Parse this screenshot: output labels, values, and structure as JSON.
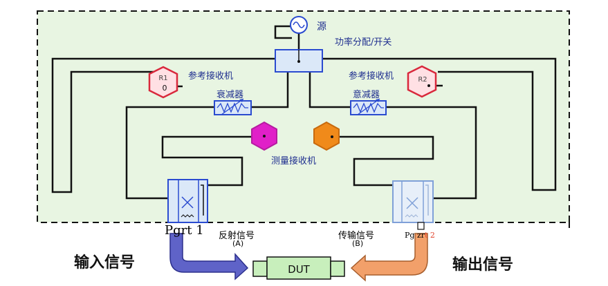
{
  "labels": {
    "source": "源",
    "power_split": "功率分配/开关",
    "ref_receiver_left": "参考接收机",
    "ref_receiver_right": "参考接收机",
    "attenuator_left": "衰减器",
    "attenuator_right": "意减器",
    "measure_receiver": "测量接收机",
    "r1": "R1",
    "r1_sub": "0",
    "r2": "R2",
    "port1": "Pgrt 1",
    "port2_a": "Pg zr",
    "port2_b": "t 2",
    "reflected": "反射信号",
    "reflected_tag": "(A)",
    "transmitted": "传输信号",
    "transmitted_tag": "(B)",
    "input_signal": "输入信号",
    "output_signal": "输出信号",
    "dut": "DUT"
  },
  "colors": {
    "panel_fill": "#e8f5e2",
    "wire": "#111111",
    "label_blue": "#1f2f8f",
    "ref_hexagon": "#ffe0e4",
    "ref_hexagon_stroke": "#d9283c",
    "measure_a": "#e020c8",
    "measure_b": "#f08a1a",
    "coupler_fill": "#dbe8f8",
    "coupler_stroke": "#2a4bd0",
    "arrow_in": "#5f63c8",
    "arrow_out": "#f2a06a",
    "dut_fill": "#c8efbc"
  }
}
